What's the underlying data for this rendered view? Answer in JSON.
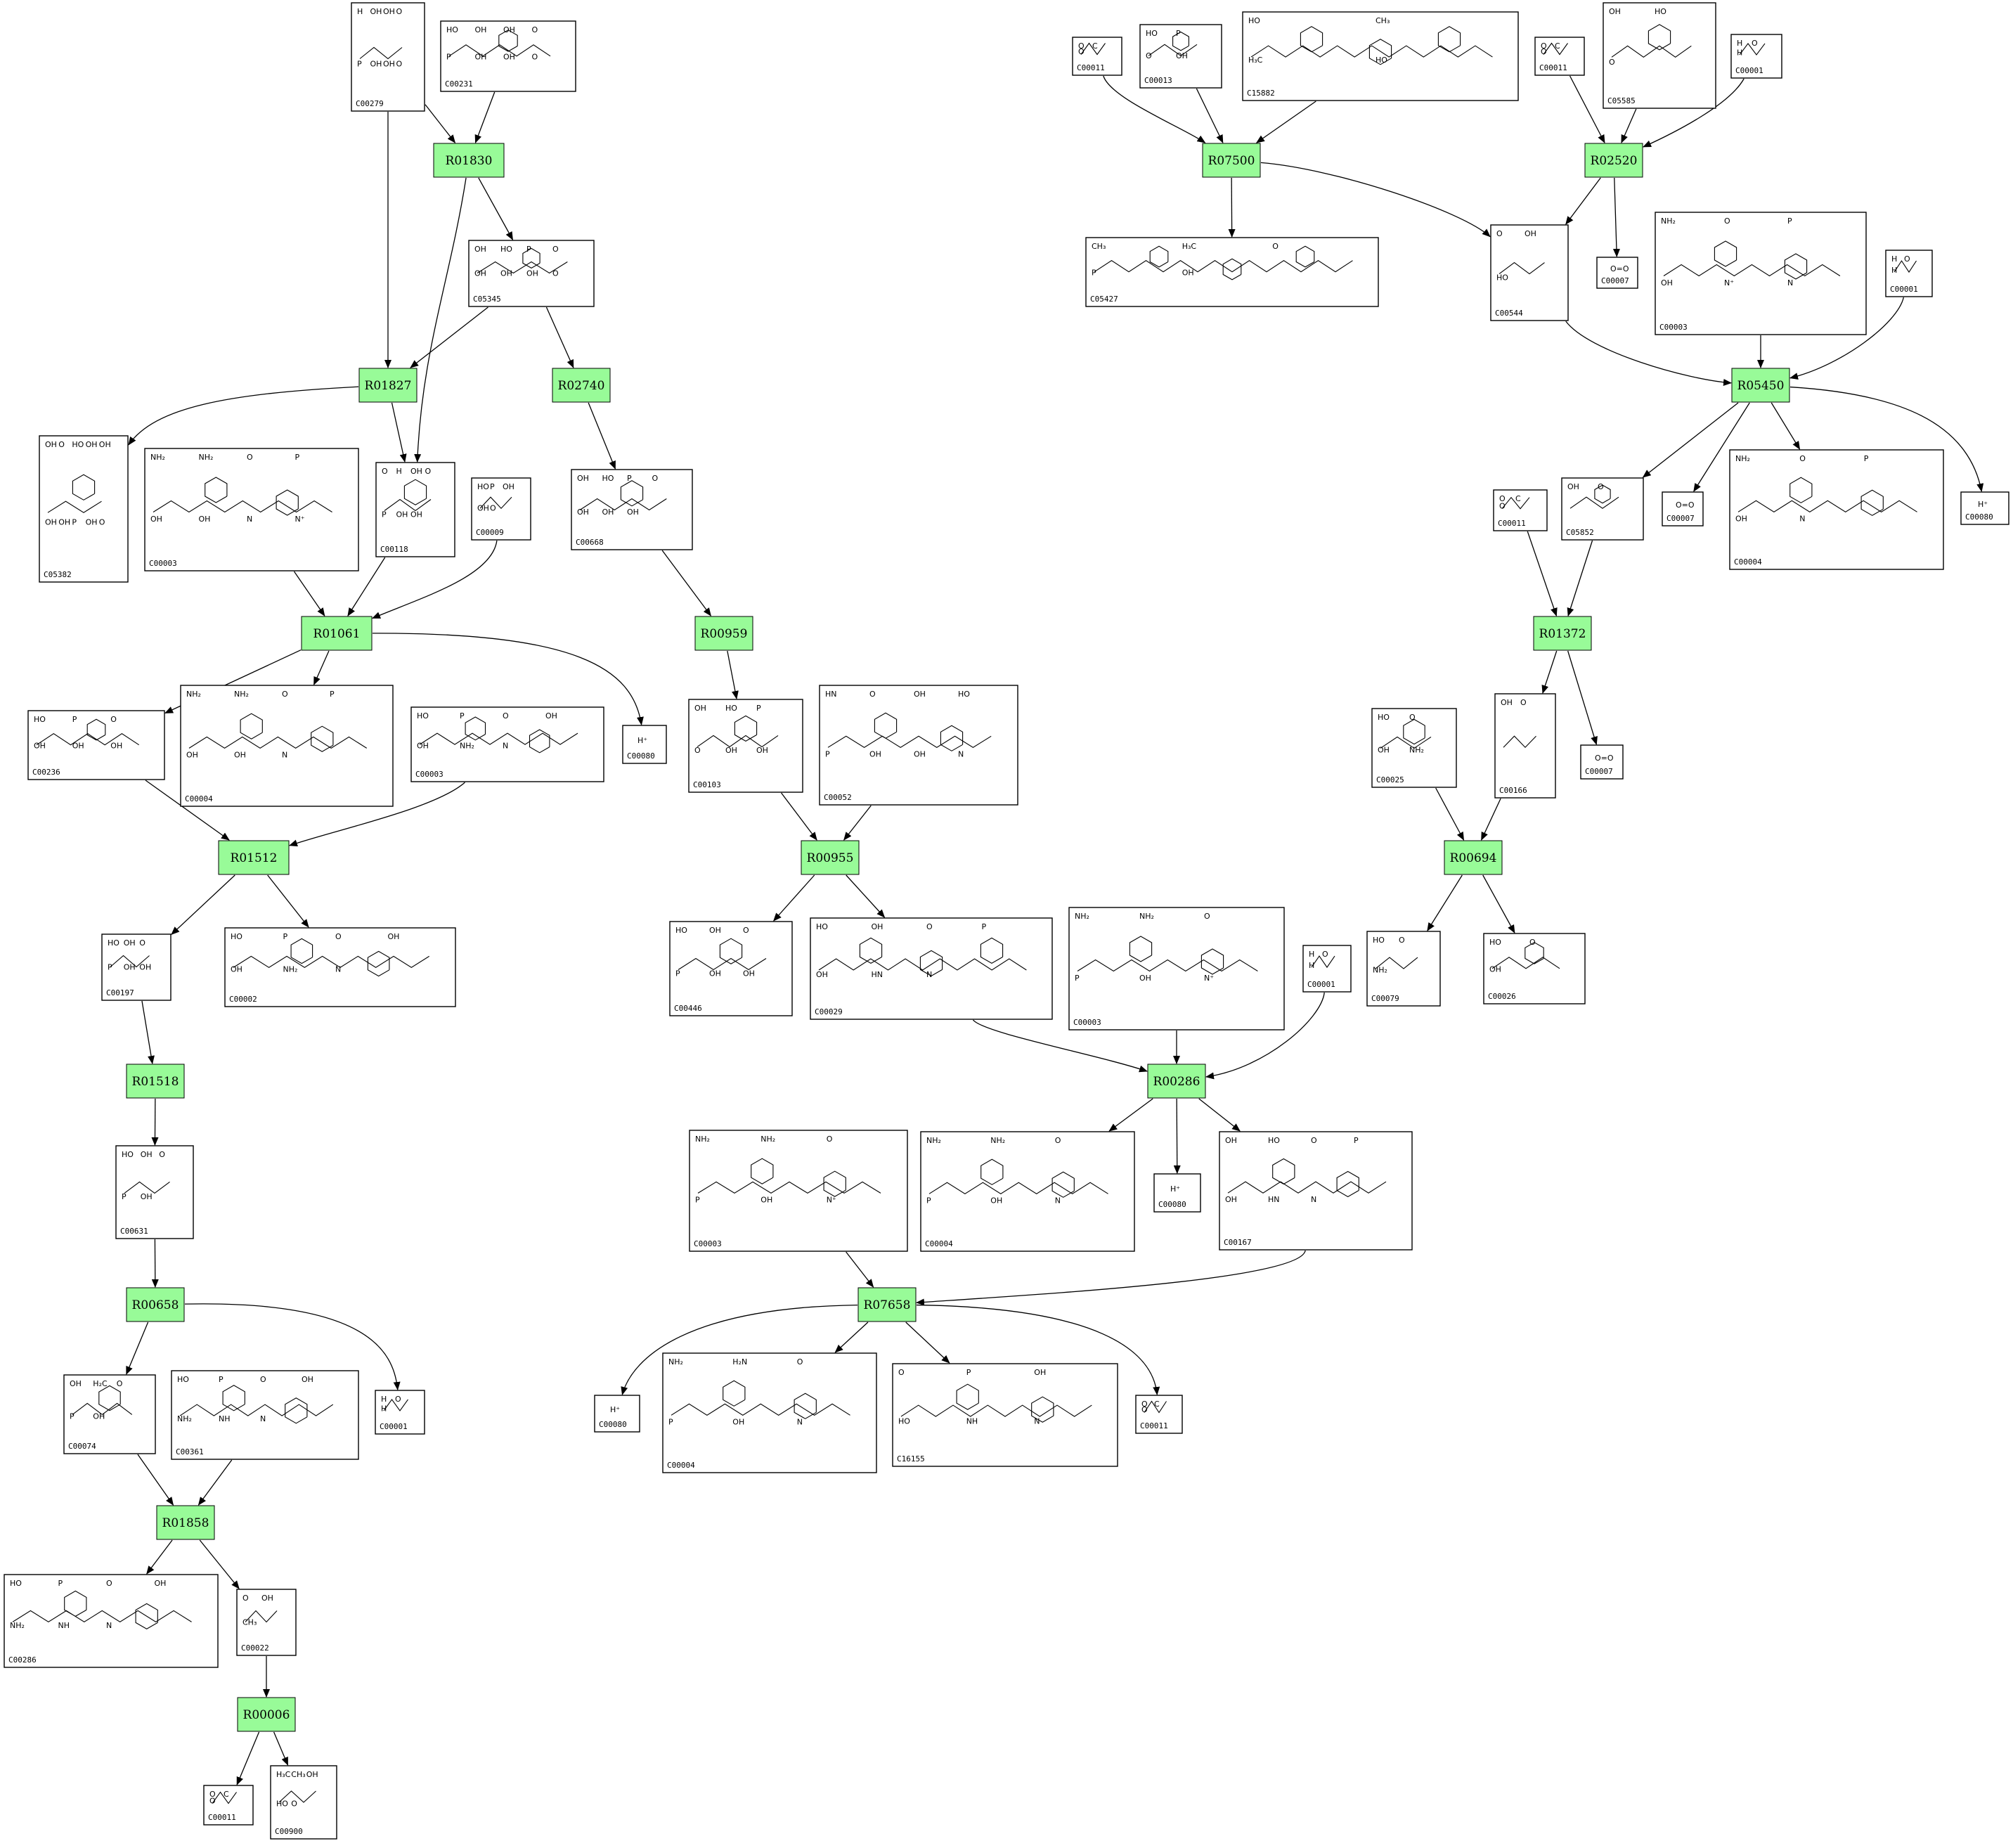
{
  "colors": {
    "reaction_fill": "#98fb98",
    "border": "#000000",
    "compound_fill": "#ffffff"
  },
  "reactions": [
    {
      "id": "r1",
      "label": "R01830"
    },
    {
      "id": "r2",
      "label": "R01827"
    },
    {
      "id": "r3",
      "label": "R02740"
    },
    {
      "id": "r4",
      "label": "R01061"
    },
    {
      "id": "r5",
      "label": "R00959"
    },
    {
      "id": "r6",
      "label": "R01512"
    },
    {
      "id": "r7",
      "label": "R00955"
    },
    {
      "id": "r8",
      "label": "R01518"
    },
    {
      "id": "r9",
      "label": "R00658"
    },
    {
      "id": "r10",
      "label": "R01858"
    },
    {
      "id": "r11",
      "label": "R00006"
    },
    {
      "id": "r12",
      "label": "R07500"
    },
    {
      "id": "r13",
      "label": "R02520"
    },
    {
      "id": "r14",
      "label": "R05450"
    },
    {
      "id": "r15",
      "label": "R01372"
    },
    {
      "id": "r16",
      "label": "R00694"
    },
    {
      "id": "r17",
      "label": "R00286"
    },
    {
      "id": "r18",
      "label": "R07658"
    }
  ],
  "compounds": [
    {
      "id": "c1",
      "label": "C00279",
      "mol": [
        "H",
        "OH",
        "OH",
        "O",
        "P",
        "OH",
        "OH",
        "O"
      ]
    },
    {
      "id": "c2",
      "label": "C00231",
      "mol": [
        "HO",
        "OH",
        "OH",
        "O",
        "P",
        "OH",
        "OH",
        "O"
      ]
    },
    {
      "id": "c3",
      "label": "C05345",
      "mol": [
        "OH",
        "HO",
        "P",
        "O",
        "OH",
        "OH",
        "OH",
        "O"
      ]
    },
    {
      "id": "c4",
      "label": "C05382",
      "mol": [
        "OH",
        "O",
        "HO",
        "OH",
        "OH",
        "OH",
        "OH",
        "P",
        "OH",
        "O"
      ]
    },
    {
      "id": "c5",
      "label": "C00003",
      "mol": [
        "NH₂",
        "NH₂",
        "O",
        "P",
        "OH",
        "OH",
        "N",
        "N⁺"
      ]
    },
    {
      "id": "c6",
      "label": "C00118",
      "mol": [
        "O",
        "H",
        "OH",
        "O",
        "P",
        "OH",
        "OH"
      ]
    },
    {
      "id": "c7",
      "label": "C00009",
      "mol": [
        "HO",
        "P",
        "OH",
        "OH",
        "O"
      ]
    },
    {
      "id": "c8",
      "label": "C00668",
      "mol": [
        "OH",
        "HO",
        "P",
        "O",
        "OH",
        "OH",
        "OH"
      ]
    },
    {
      "id": "c9",
      "label": "C00236",
      "mol": [
        "HO",
        "P",
        "O",
        "OH",
        "OH",
        "OH"
      ]
    },
    {
      "id": "c10",
      "label": "C00004",
      "mol": [
        "NH₂",
        "NH₂",
        "O",
        "P",
        "OH",
        "OH",
        "N"
      ]
    },
    {
      "id": "c11",
      "label": "C00003",
      "mol": [
        "HO",
        "P",
        "O",
        "OH",
        "OH",
        "NH₂",
        "N"
      ]
    },
    {
      "id": "c12",
      "label": "C00080",
      "mol": [
        "H⁺"
      ]
    },
    {
      "id": "c13",
      "label": "C00103",
      "mol": [
        "OH",
        "HO",
        "P",
        "O",
        "OH",
        "OH"
      ]
    },
    {
      "id": "c14",
      "label": "C00052",
      "mol": [
        "HN",
        "O",
        "OH",
        "HO",
        "P",
        "OH",
        "OH",
        "N"
      ]
    },
    {
      "id": "c15",
      "label": "C00197",
      "mol": [
        "HO",
        "OH",
        "O",
        "P",
        "OH",
        "OH"
      ]
    },
    {
      "id": "c16",
      "label": "C00002",
      "mol": [
        "HO",
        "P",
        "O",
        "OH",
        "OH",
        "NH₂",
        "N"
      ]
    },
    {
      "id": "c17",
      "label": "C00446",
      "mol": [
        "HO",
        "OH",
        "O",
        "P",
        "OH",
        "OH"
      ]
    },
    {
      "id": "c18",
      "label": "C00029",
      "mol": [
        "HO",
        "OH",
        "O",
        "P",
        "OH",
        "HN",
        "N"
      ]
    },
    {
      "id": "c19",
      "label": "C00003",
      "mol": [
        "NH₂",
        "NH₂",
        "O",
        "P",
        "OH",
        "N⁺"
      ]
    },
    {
      "id": "c20",
      "label": "C00001",
      "mol": [
        "H",
        "O",
        "H"
      ]
    },
    {
      "id": "c21",
      "label": "C00631",
      "mol": [
        "HO",
        "OH",
        "O",
        "P",
        "OH"
      ]
    },
    {
      "id": "c22",
      "label": "C00003",
      "mol": [
        "NH₂",
        "NH₂",
        "O",
        "P",
        "OH",
        "N⁺"
      ]
    },
    {
      "id": "c23",
      "label": "C00004",
      "mol": [
        "NH₂",
        "NH₂",
        "O",
        "P",
        "OH",
        "N"
      ]
    },
    {
      "id": "c24",
      "label": "C00080",
      "mol": [
        "H⁺"
      ]
    },
    {
      "id": "c25",
      "label": "C00167",
      "mol": [
        "OH",
        "HO",
        "O",
        "P",
        "OH",
        "HN",
        "N"
      ]
    },
    {
      "id": "c26",
      "label": "C00074",
      "mol": [
        "OH",
        "H₂C",
        "O",
        "P",
        "OH"
      ]
    },
    {
      "id": "c27",
      "label": "C00361",
      "mol": [
        "HO",
        "P",
        "O",
        "OH",
        "NH₂",
        "NH",
        "N"
      ]
    },
    {
      "id": "c28",
      "label": "C00001",
      "mol": [
        "H",
        "O",
        "H"
      ]
    },
    {
      "id": "c29",
      "label": "C00080",
      "mol": [
        "H⁺"
      ]
    },
    {
      "id": "c30",
      "label": "C00004",
      "mol": [
        "NH₂",
        "H₂N",
        "O",
        "P",
        "OH",
        "N"
      ]
    },
    {
      "id": "c31",
      "label": "C16155",
      "mol": [
        "O",
        "P",
        "OH",
        "HO",
        "NH",
        "N"
      ]
    },
    {
      "id": "c32",
      "label": "C00011",
      "mol": [
        "O",
        "C",
        "O"
      ]
    },
    {
      "id": "c33",
      "label": "C00286",
      "mol": [
        "HO",
        "P",
        "O",
        "OH",
        "NH₂",
        "NH",
        "N"
      ]
    },
    {
      "id": "c34",
      "label": "C00022",
      "mol": [
        "O",
        "OH",
        "CH₃"
      ]
    },
    {
      "id": "c35",
      "label": "C00011",
      "mol": [
        "O",
        "C",
        "O"
      ]
    },
    {
      "id": "c36",
      "label": "C00900",
      "mol": [
        "H₃C",
        "CH₃",
        "OH",
        "HO",
        "O"
      ]
    },
    {
      "id": "c37",
      "label": "C00011",
      "mol": [
        "O",
        "C",
        "O"
      ]
    },
    {
      "id": "c38",
      "label": "C00013",
      "mol": [
        "HO",
        "P",
        "O",
        "OH"
      ]
    },
    {
      "id": "c39",
      "label": "C15882",
      "mol": [
        "HO",
        "CH₃",
        "H₃C",
        "HO"
      ]
    },
    {
      "id": "c40",
      "label": "C00011",
      "mol": [
        "O",
        "C",
        "O"
      ]
    },
    {
      "id": "c41",
      "label": "C05585",
      "mol": [
        "OH",
        "HO",
        "O"
      ]
    },
    {
      "id": "c42",
      "label": "C00001",
      "mol": [
        "H",
        "O",
        "H"
      ]
    },
    {
      "id": "c43",
      "label": "C05427",
      "mol": [
        "CH₃",
        "H₃C",
        "O",
        "P",
        "OH"
      ]
    },
    {
      "id": "c44",
      "label": "C00544",
      "mol": [
        "O",
        "OH",
        "HO"
      ]
    },
    {
      "id": "c45",
      "label": "C00007",
      "mol": [
        "O=O"
      ]
    },
    {
      "id": "c46",
      "label": "C00003",
      "mol": [
        "NH₂",
        "O",
        "P",
        "OH",
        "N⁺",
        "N"
      ]
    },
    {
      "id": "c47",
      "label": "C00001",
      "mol": [
        "H",
        "O",
        "H"
      ]
    },
    {
      "id": "c48",
      "label": "C00011",
      "mol": [
        "O",
        "C",
        "O"
      ]
    },
    {
      "id": "c49",
      "label": "C05852",
      "mol": [
        "OH",
        "O"
      ]
    },
    {
      "id": "c50",
      "label": "C00007",
      "mol": [
        "O=O"
      ]
    },
    {
      "id": "c51",
      "label": "C00004",
      "mol": [
        "NH₂",
        "O",
        "P",
        "OH",
        "N"
      ]
    },
    {
      "id": "c52",
      "label": "C00080",
      "mol": [
        "H⁺"
      ]
    },
    {
      "id": "c53",
      "label": "C00007",
      "mol": [
        "O=O"
      ]
    },
    {
      "id": "c54",
      "label": "C00025",
      "mol": [
        "HO",
        "O",
        "OH",
        "NH₂"
      ]
    },
    {
      "id": "c55",
      "label": "C00166",
      "mol": [
        "OH",
        "O"
      ]
    },
    {
      "id": "c56",
      "label": "C00079",
      "mol": [
        "HO",
        "O",
        "NH₂"
      ]
    },
    {
      "id": "c57",
      "label": "C00026",
      "mol": [
        "HO",
        "O",
        "OH"
      ]
    }
  ],
  "edges": [
    [
      "c1",
      "r1"
    ],
    [
      "c2",
      "r1"
    ],
    [
      "r1",
      "c3"
    ],
    [
      "c1",
      "r2"
    ],
    [
      "r1",
      "c6"
    ],
    [
      "c3",
      "r2"
    ],
    [
      "c3",
      "r3"
    ],
    [
      "r2",
      "c4"
    ],
    [
      "r2",
      "c6"
    ],
    [
      "r3",
      "c8"
    ],
    [
      "c5",
      "r4"
    ],
    [
      "c6",
      "r4"
    ],
    [
      "c7",
      "r4"
    ],
    [
      "r4",
      "c9"
    ],
    [
      "r4",
      "c10"
    ],
    [
      "r4",
      "c12"
    ],
    [
      "c8",
      "r5"
    ],
    [
      "r5",
      "c13"
    ],
    [
      "c9",
      "r6"
    ],
    [
      "c11",
      "r6"
    ],
    [
      "r6",
      "c15"
    ],
    [
      "r6",
      "c16"
    ],
    [
      "c13",
      "r7"
    ],
    [
      "c14",
      "r7"
    ],
    [
      "r7",
      "c17"
    ],
    [
      "r7",
      "c18"
    ],
    [
      "c15",
      "r8"
    ],
    [
      "r8",
      "c21"
    ],
    [
      "c21",
      "r9"
    ],
    [
      "r9",
      "c26"
    ],
    [
      "r9",
      "c28"
    ],
    [
      "c26",
      "r10"
    ],
    [
      "c27",
      "r10"
    ],
    [
      "r10",
      "c33"
    ],
    [
      "r10",
      "c34"
    ],
    [
      "c34",
      "r11"
    ],
    [
      "r11",
      "c35"
    ],
    [
      "r11",
      "c36"
    ],
    [
      "c18",
      "r17"
    ],
    [
      "c19",
      "r17"
    ],
    [
      "c20",
      "r17"
    ],
    [
      "r17",
      "c23"
    ],
    [
      "r17",
      "c24"
    ],
    [
      "r17",
      "c25"
    ],
    [
      "c22",
      "r18"
    ],
    [
      "c25",
      "r18"
    ],
    [
      "r18",
      "c29"
    ],
    [
      "r18",
      "c30"
    ],
    [
      "r18",
      "c31"
    ],
    [
      "r18",
      "c32"
    ],
    [
      "c37",
      "r12"
    ],
    [
      "c38",
      "r12"
    ],
    [
      "c39",
      "r12"
    ],
    [
      "r12",
      "c43"
    ],
    [
      "r12",
      "c44"
    ],
    [
      "c40",
      "r13"
    ],
    [
      "c41",
      "r13"
    ],
    [
      "c42",
      "r13"
    ],
    [
      "r13",
      "c44"
    ],
    [
      "r13",
      "c45"
    ],
    [
      "c44",
      "r14"
    ],
    [
      "c46",
      "r14"
    ],
    [
      "c47",
      "r14"
    ],
    [
      "r14",
      "c49"
    ],
    [
      "r14",
      "c50"
    ],
    [
      "r14",
      "c51"
    ],
    [
      "r14",
      "c52"
    ],
    [
      "c48",
      "r15"
    ],
    [
      "c49",
      "r15"
    ],
    [
      "r15",
      "c55"
    ],
    [
      "r15",
      "c53"
    ],
    [
      "c54",
      "r16"
    ],
    [
      "c55",
      "r16"
    ],
    [
      "r16",
      "c56"
    ],
    [
      "r16",
      "c57"
    ]
  ]
}
